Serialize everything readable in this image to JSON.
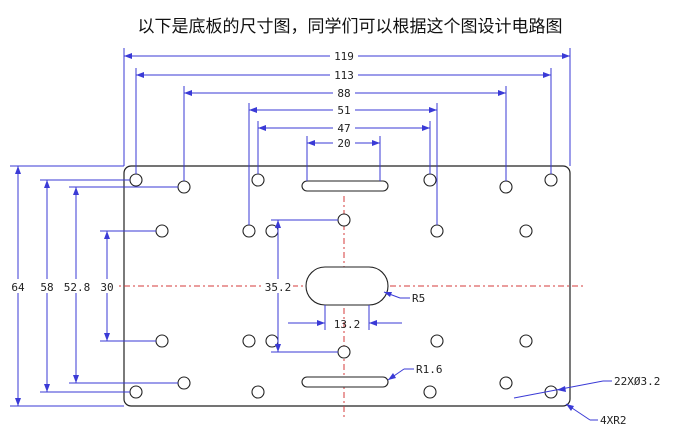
{
  "title": "以下是底板的尺寸图，同学们可以根据这个图设计电路图",
  "drawing": {
    "dims": {
      "top_119": "119",
      "top_113": "113",
      "top_88": "88",
      "top_51": "51",
      "top_47": "47",
      "top_20": "20",
      "left_64": "64",
      "left_58": "58",
      "left_52_8": "52.8",
      "left_30": "30",
      "center_35_2": "35.2",
      "slot_13_2": "13.2"
    },
    "callouts": {
      "r5": "R5",
      "r1_6": "R1.6",
      "holes": "22XØ3.2",
      "corners": "4XR2"
    },
    "colors": {
      "dimension_line": "#3a3ad6",
      "center_line": "#d43b3b",
      "outline": "#222222"
    }
  }
}
